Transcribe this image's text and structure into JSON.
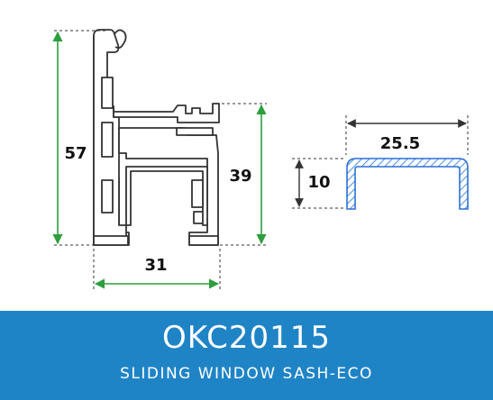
{
  "dimensions": {
    "height_total": "57",
    "height_right": "39",
    "width_bottom": "31",
    "detail_width": "25.5",
    "detail_height": "10"
  },
  "product": {
    "code": "OKC20115",
    "description": "SLIDING WINDOW SASH-ECO"
  },
  "colors": {
    "banner": "#1f84c6",
    "dimension_line": "#2e9e3e",
    "profile_outline": "#333333",
    "detail_outline": "#2b6fd6",
    "detail_hatch": "#4a90e2"
  }
}
